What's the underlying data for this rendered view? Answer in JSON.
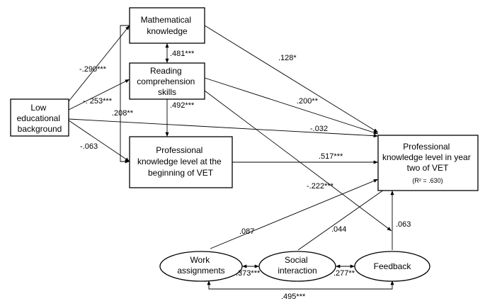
{
  "nodes": {
    "low_ed": {
      "lines": [
        "Low",
        "educational",
        "background"
      ]
    },
    "math": {
      "lines": [
        "Mathematical",
        "knowledge"
      ]
    },
    "reading": {
      "lines": [
        "Reading",
        "comprehension",
        "skills"
      ]
    },
    "pk_begin": {
      "lines": [
        "Professional",
        "knowledge level at the",
        "beginning of VET"
      ]
    },
    "pk_year2": {
      "lines": [
        "Professional",
        "knowledge level in year",
        "two of VET"
      ],
      "r2": "(R² = .630)"
    },
    "work": {
      "lines": [
        "Work",
        "assignments"
      ]
    },
    "social": {
      "lines": [
        "Social",
        "interaction"
      ]
    },
    "feedback": {
      "lines": [
        "Feedback"
      ]
    }
  },
  "coefficients": {
    "math_reading": ".481***",
    "reading_pk_begin": ".492***",
    "low_math": "-.290***",
    "low_reading": "-. 253***",
    "low_pk_begin": "-.063",
    "math_pk_begin": ".208**",
    "math_pk2": ".128*",
    "reading_pk2": ".200**",
    "low_pk2": "-.032",
    "pk_begin_pk2": ".517***",
    "reading_feedback": "-.222***",
    "work_pk2": ".087",
    "social_pk2": ".044",
    "feedback_pk2": ".063",
    "work_social": ".373***",
    "social_feedback": ".277**",
    "work_feedback": ".495***"
  }
}
